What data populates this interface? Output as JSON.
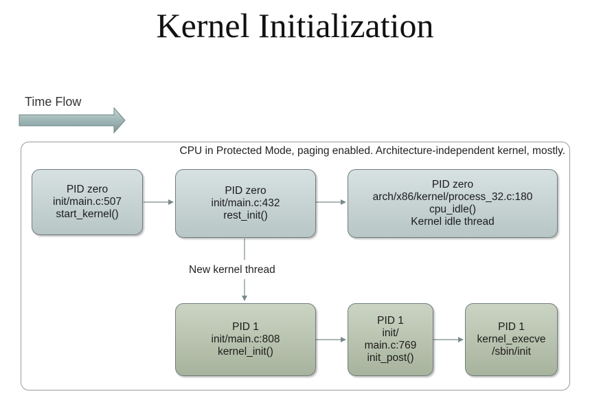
{
  "title": "Kernel Initialization",
  "time_flow_label": "Time Flow",
  "frame_caption": "CPU in Protected Mode, paging enabled. Architecture-independent kernel, mostly.",
  "boxes": {
    "start_kernel": {
      "lines": [
        "PID zero",
        "init/main.c:507",
        "start_kernel()"
      ]
    },
    "rest_init": {
      "lines": [
        "PID zero",
        "init/main.c:432",
        "rest_init()"
      ]
    },
    "cpu_idle": {
      "lines": [
        "PID zero",
        "arch/x86/kernel/process_32.c:180",
        "cpu_idle()",
        "Kernel idle thread"
      ]
    },
    "kernel_init": {
      "lines": [
        "PID 1",
        "init/main.c:808",
        "kernel_init()"
      ]
    },
    "init_post": {
      "lines": [
        "PID 1",
        "init/",
        "main.c:769",
        "init_post()"
      ]
    },
    "kernel_execve": {
      "lines": [
        "PID 1",
        "kernel_execve",
        "/sbin/init"
      ]
    }
  },
  "edge_label": "New kernel thread",
  "colors": {
    "pid_zero_box": "#c6d2d2",
    "pid_one_box": "#b6c1ac",
    "box_border": "#6f7c7c",
    "connector": "#7a8a8a",
    "time_arrow": "#9fb6b6"
  }
}
